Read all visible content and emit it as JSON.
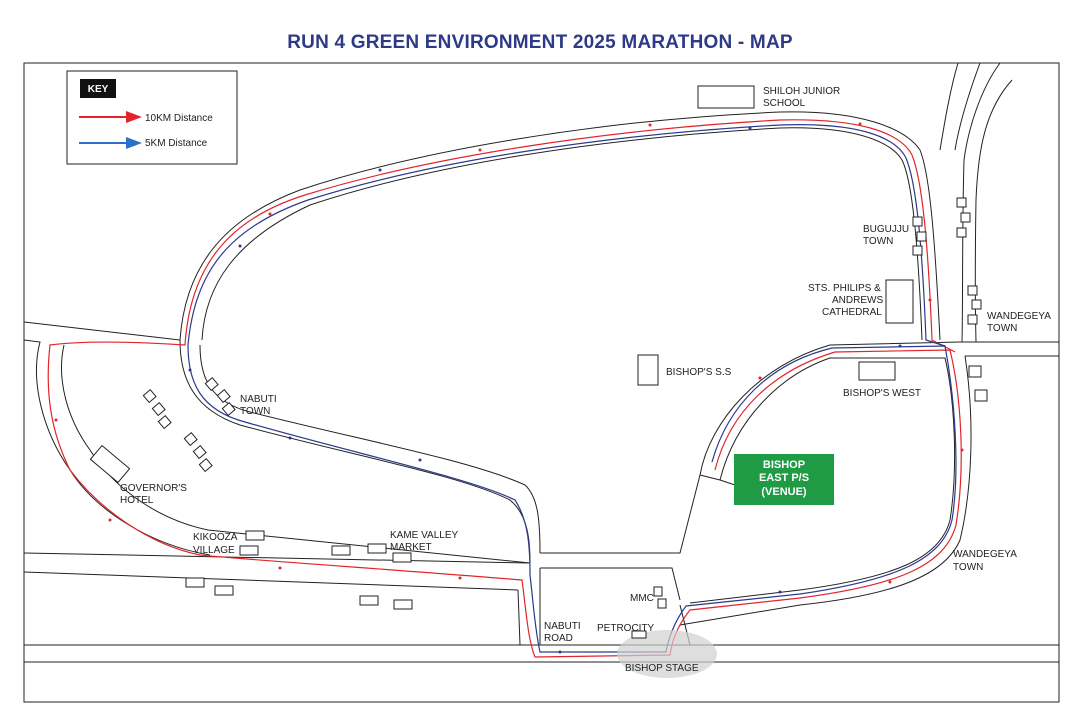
{
  "title": "RUN 4 GREEN ENVIRONMENT 2025 MARATHON - MAP",
  "key": {
    "heading": "KEY",
    "items": [
      {
        "label": "10KM Distance",
        "color": "#e2252b"
      },
      {
        "label": "5KM Distance",
        "color": "#2a6fc9"
      }
    ]
  },
  "venue": {
    "line1": "BISHOP",
    "line2": "EAST P/S",
    "line3": "(VENUE)",
    "color": "#1f9a45"
  },
  "labels": {
    "shiloh_1": "SHILOH JUNIOR",
    "shiloh_2": "SCHOOL",
    "bugujju_1": "BUGUJJU",
    "bugujju_2": "TOWN",
    "sts_1": "STS. PHILIPS &",
    "sts_2": "ANDREWS",
    "sts_3": "CATHEDRAL",
    "wandegeya_ne_1": "WANDEGEYA",
    "wandegeya_ne_2": "TOWN",
    "bishops_ss": "BISHOP'S S.S",
    "bishops_west": "BISHOP'S WEST",
    "nabuti_town_1": "NABUTI",
    "nabuti_town_2": "TOWN",
    "governors_1": "GOVERNOR'S",
    "governors_2": "HOTEL",
    "kikooza_1": "KIKOOZA",
    "kikooza_2": "VILLAGE",
    "kame_1": "KAME VALLEY",
    "kame_2": "MARKET",
    "wandegeya_se_1": "WANDEGEYA",
    "wandegeya_se_2": "TOWN",
    "mmc": "MMC",
    "nabuti_road_1": "NABUTI",
    "nabuti_road_2": "ROAD",
    "petrocity": "PETROCITY",
    "bishop_stage": "BISHOP STAGE"
  }
}
